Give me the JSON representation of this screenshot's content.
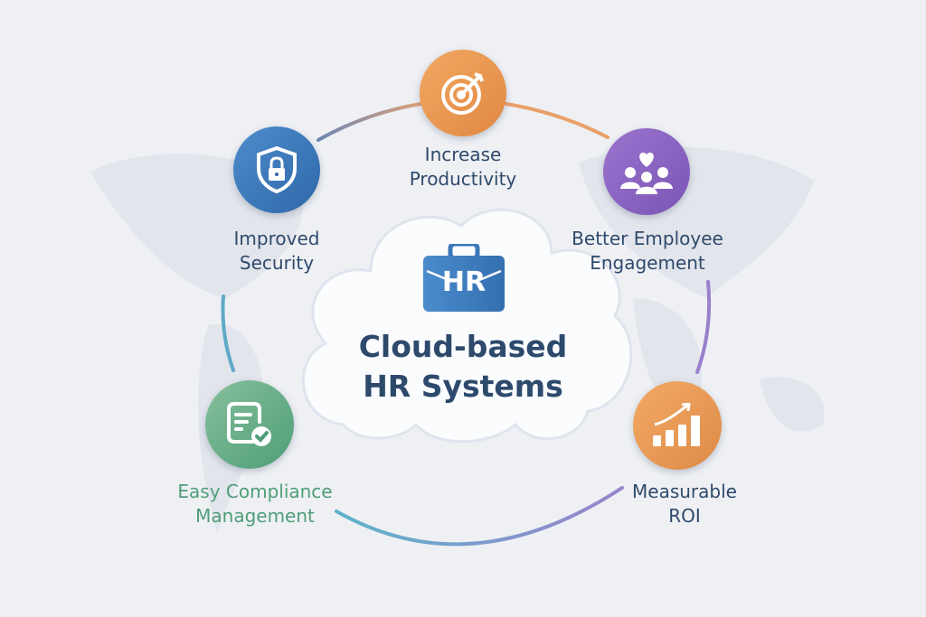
{
  "center": {
    "badge": "HR",
    "title_line1": "Cloud-based",
    "title_line2": "HR Systems"
  },
  "benefits": [
    {
      "line1": "Increase",
      "line2": "Productivity",
      "icon": "target-icon",
      "color": "#ec9a52"
    },
    {
      "line1": "Better Employee",
      "line2": "Engagement",
      "icon": "team-heart-icon",
      "color": "#8a62c0"
    },
    {
      "line1": "Measurable",
      "line2": "ROI",
      "icon": "growth-chart-icon",
      "color": "#ec9a52"
    },
    {
      "line1": "Easy Compliance",
      "line2": "Management",
      "icon": "checklist-icon",
      "color": "#5aa57f"
    },
    {
      "line1": "Improved",
      "line2": "Security",
      "icon": "shield-lock-icon",
      "color": "#3f79b8"
    }
  ]
}
